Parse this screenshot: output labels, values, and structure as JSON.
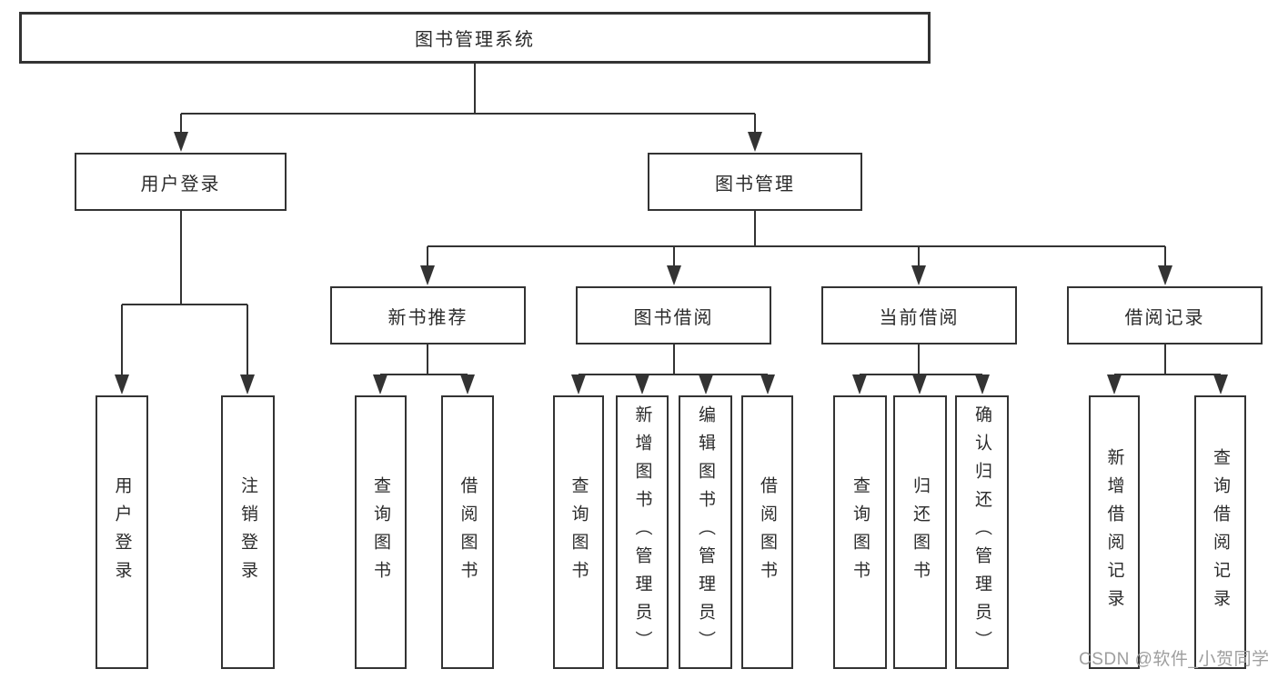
{
  "tree": {
    "label": "图书管理系统",
    "children": [
      {
        "label": "用户登录",
        "children": [
          {
            "label": "用户登录"
          },
          {
            "label": "注销登录"
          }
        ]
      },
      {
        "label": "图书管理",
        "children": [
          {
            "label": "新书推荐",
            "children": [
              {
                "label": "查询图书"
              },
              {
                "label": "借阅图书"
              }
            ]
          },
          {
            "label": "图书借阅",
            "children": [
              {
                "label": "查询图书"
              },
              {
                "label": "新增图书（管理员）"
              },
              {
                "label": "编辑图书（管理员）"
              },
              {
                "label": "借阅图书"
              }
            ]
          },
          {
            "label": "当前借阅",
            "children": [
              {
                "label": "查询图书"
              },
              {
                "label": "归还图书"
              },
              {
                "label": "确认归还（管理员）"
              }
            ]
          },
          {
            "label": "借阅记录",
            "children": [
              {
                "label": "新增借阅记录"
              },
              {
                "label": "查询借阅记录"
              }
            ]
          }
        ]
      }
    ]
  },
  "watermark": "CSDN @软件_小贺同学",
  "colors": {
    "line": "#333333",
    "text": "#2b2b2b",
    "watermark": "#9e9e9e",
    "background": "#ffffff"
  }
}
